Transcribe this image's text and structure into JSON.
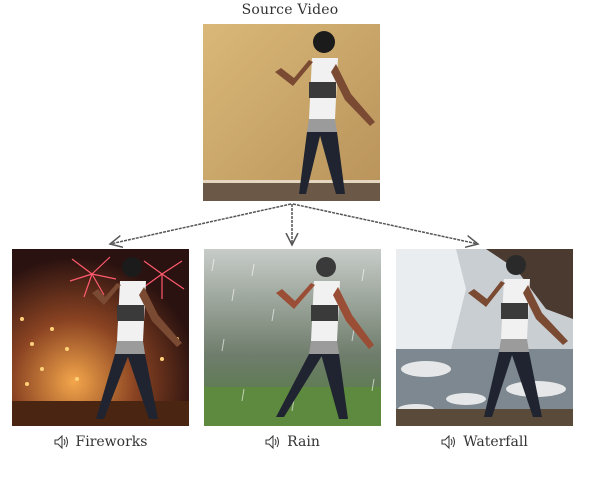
{
  "title": "Source Video",
  "outputs": [
    {
      "label": "Fireworks",
      "icon": "speaker-icon"
    },
    {
      "label": "Rain",
      "icon": "speaker-icon"
    },
    {
      "label": "Waterfall",
      "icon": "speaker-icon"
    }
  ],
  "colors": {
    "arrow": "#555555",
    "sourceWall": "#c9a56a",
    "fireworksSky": "#3a1a14",
    "rainSky": "#9aa39a",
    "waterfallSky": "#c9ced2"
  }
}
